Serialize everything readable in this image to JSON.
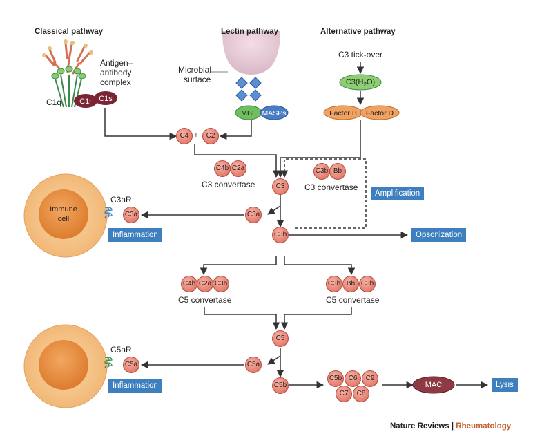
{
  "headings": {
    "classical": "Classical pathway",
    "lectin": "Lectin pathway",
    "alternative": "Alternative pathway"
  },
  "labels": {
    "antigen": [
      "Antigen–",
      "antibody",
      "complex"
    ],
    "microbial": [
      "Microbial",
      "surface"
    ],
    "c1q": "C1q",
    "c1r": "C1r",
    "c1s": "C1s",
    "mbl": "MBL",
    "masps": "MASPs",
    "tickover": "C3 tick-over",
    "c3h2o_main": "C3(H",
    "c3h2o_sub": "2",
    "c3h2o_end": "O)",
    "factor_b": "Factor B",
    "factor_d": "Factor D",
    "c4": "C4",
    "plus": "+",
    "c2": "C2",
    "c4b": "C4b",
    "c2a": "C2a",
    "c3_convertase_classical": "C3 convertase",
    "c3b_alt": "C3b",
    "bb": "Bb",
    "c3_convertase_alt": "C3 convertase",
    "amplification": "Amplification",
    "c3": "C3",
    "c3a_side": "C3a",
    "c3a_cell": "C3a",
    "c3ar": "C3aR",
    "immune_cell": [
      "Immune",
      "cell"
    ],
    "inflammation_1": "Inflammation",
    "c3b": "C3b",
    "opsonization": "Opsonization",
    "c5conv_left": [
      "C4b",
      "C2a",
      "C3b"
    ],
    "c5_convertase_left": "C5 convertase",
    "c5conv_right": [
      "C3b",
      "Bb",
      "C3b"
    ],
    "c5_convertase_right": "C5 convertase",
    "c5": "C5",
    "c5a_side": "C5a",
    "c5a_cell": "C5a",
    "c5ar": "C5aR",
    "inflammation_2": "Inflammation",
    "c5b": "C5b",
    "mac_complex": [
      "C5b",
      "C6",
      "C9",
      "C7",
      "C8"
    ],
    "mac": "MAC",
    "lysis": "Lysis"
  },
  "footer": {
    "journal": "Nature Reviews",
    "separator": " | ",
    "section": "Rheumatology"
  },
  "colors": {
    "protein": "#e98878",
    "blue_box": "#3d7fbf",
    "cell_outer": "#f4c28a",
    "cell_inner": "#e7903f",
    "mac": "#8e3a45",
    "c1": "#7a2434",
    "mbl": "#6fbf5e",
    "masps": "#4a7cc4",
    "factor": "#f0a262",
    "accent": "#c4612f"
  }
}
